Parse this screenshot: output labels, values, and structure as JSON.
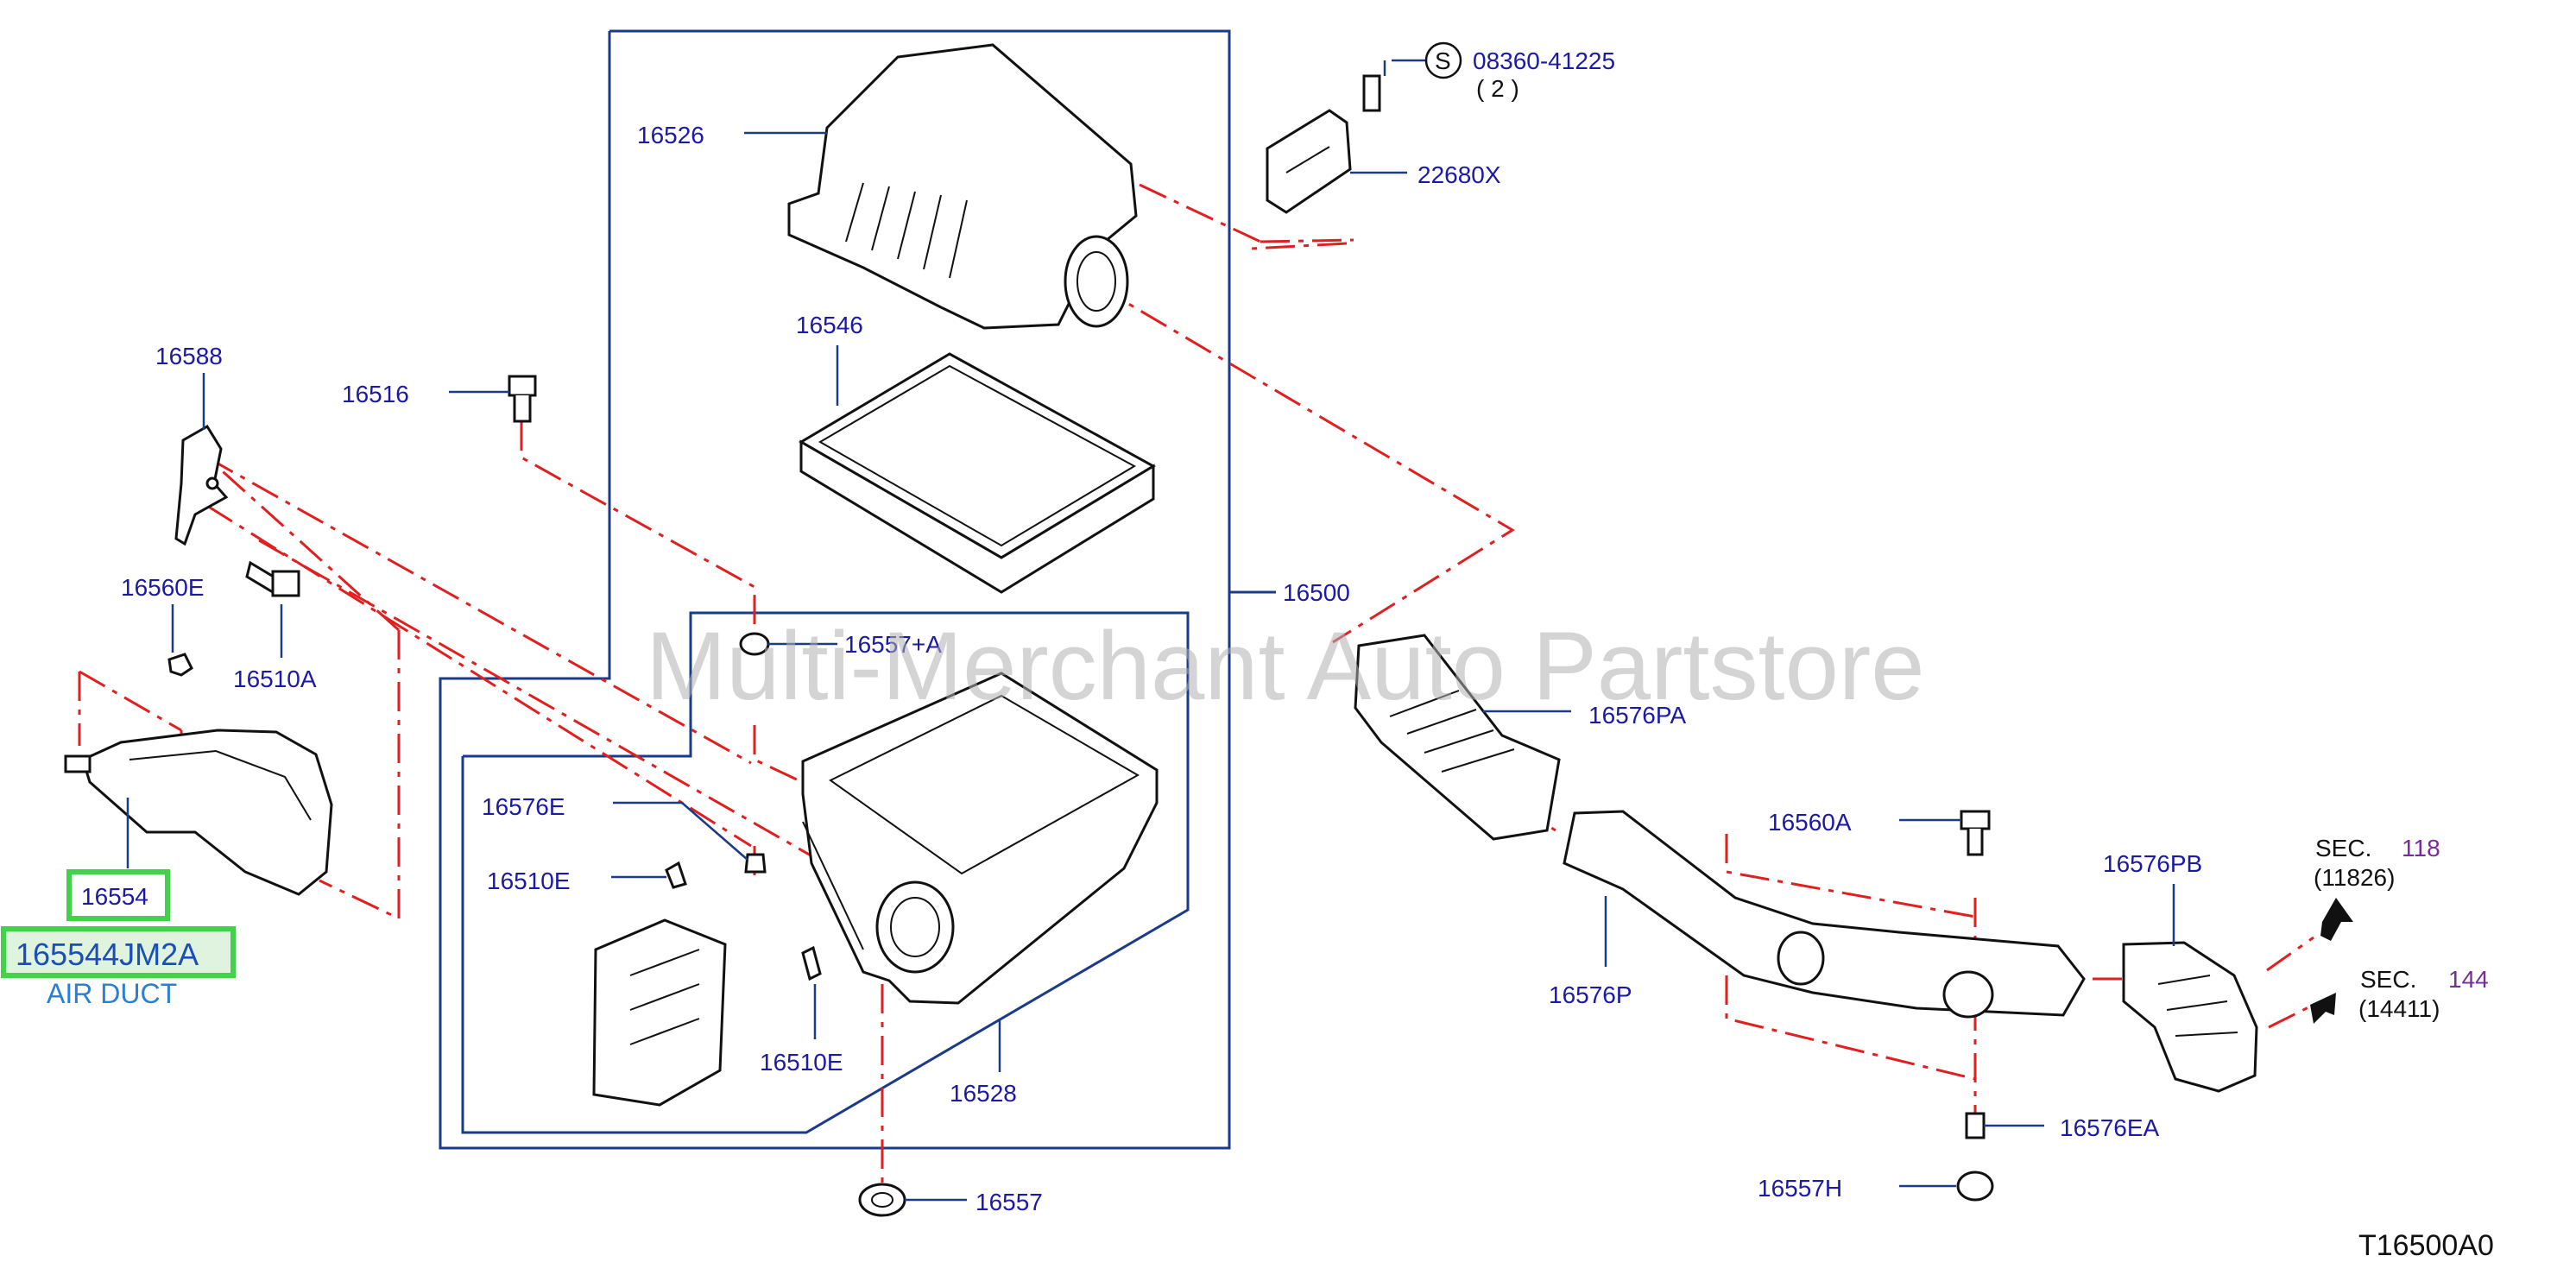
{
  "watermark": "Multi-Merchant Auto Partstore",
  "diagram_code": "T16500A0",
  "highlight": {
    "part_number": "16554",
    "catalog_number": "165544JM2A",
    "description": "AIR DUCT"
  },
  "callouts": {
    "c16526": "16526",
    "c16546": "16546",
    "c16516": "16516",
    "c16588": "16588",
    "c16560E": "16560E",
    "c16510A": "16510A",
    "c16557A": "16557+A",
    "c16500": "16500",
    "c16576E": "16576E",
    "c16510E_1": "16510E",
    "c16510E_2": "16510E",
    "c16528": "16528",
    "c16557": "16557",
    "c08360": "08360-41225",
    "c08360_qty": "( 2 )",
    "c22680X": "22680X",
    "c16576PA": "16576PA",
    "c16560A": "16560A",
    "c16576P": "16576P",
    "c16576PB": "16576PB",
    "c16576EA": "16576EA",
    "c16557H": "16557H"
  },
  "bolt_marker": "S",
  "sec_refs": [
    {
      "label": "SEC.",
      "number": "118",
      "sub": "(11826)"
    },
    {
      "label": "SEC.",
      "number": "144",
      "sub": "(14411)"
    }
  ]
}
